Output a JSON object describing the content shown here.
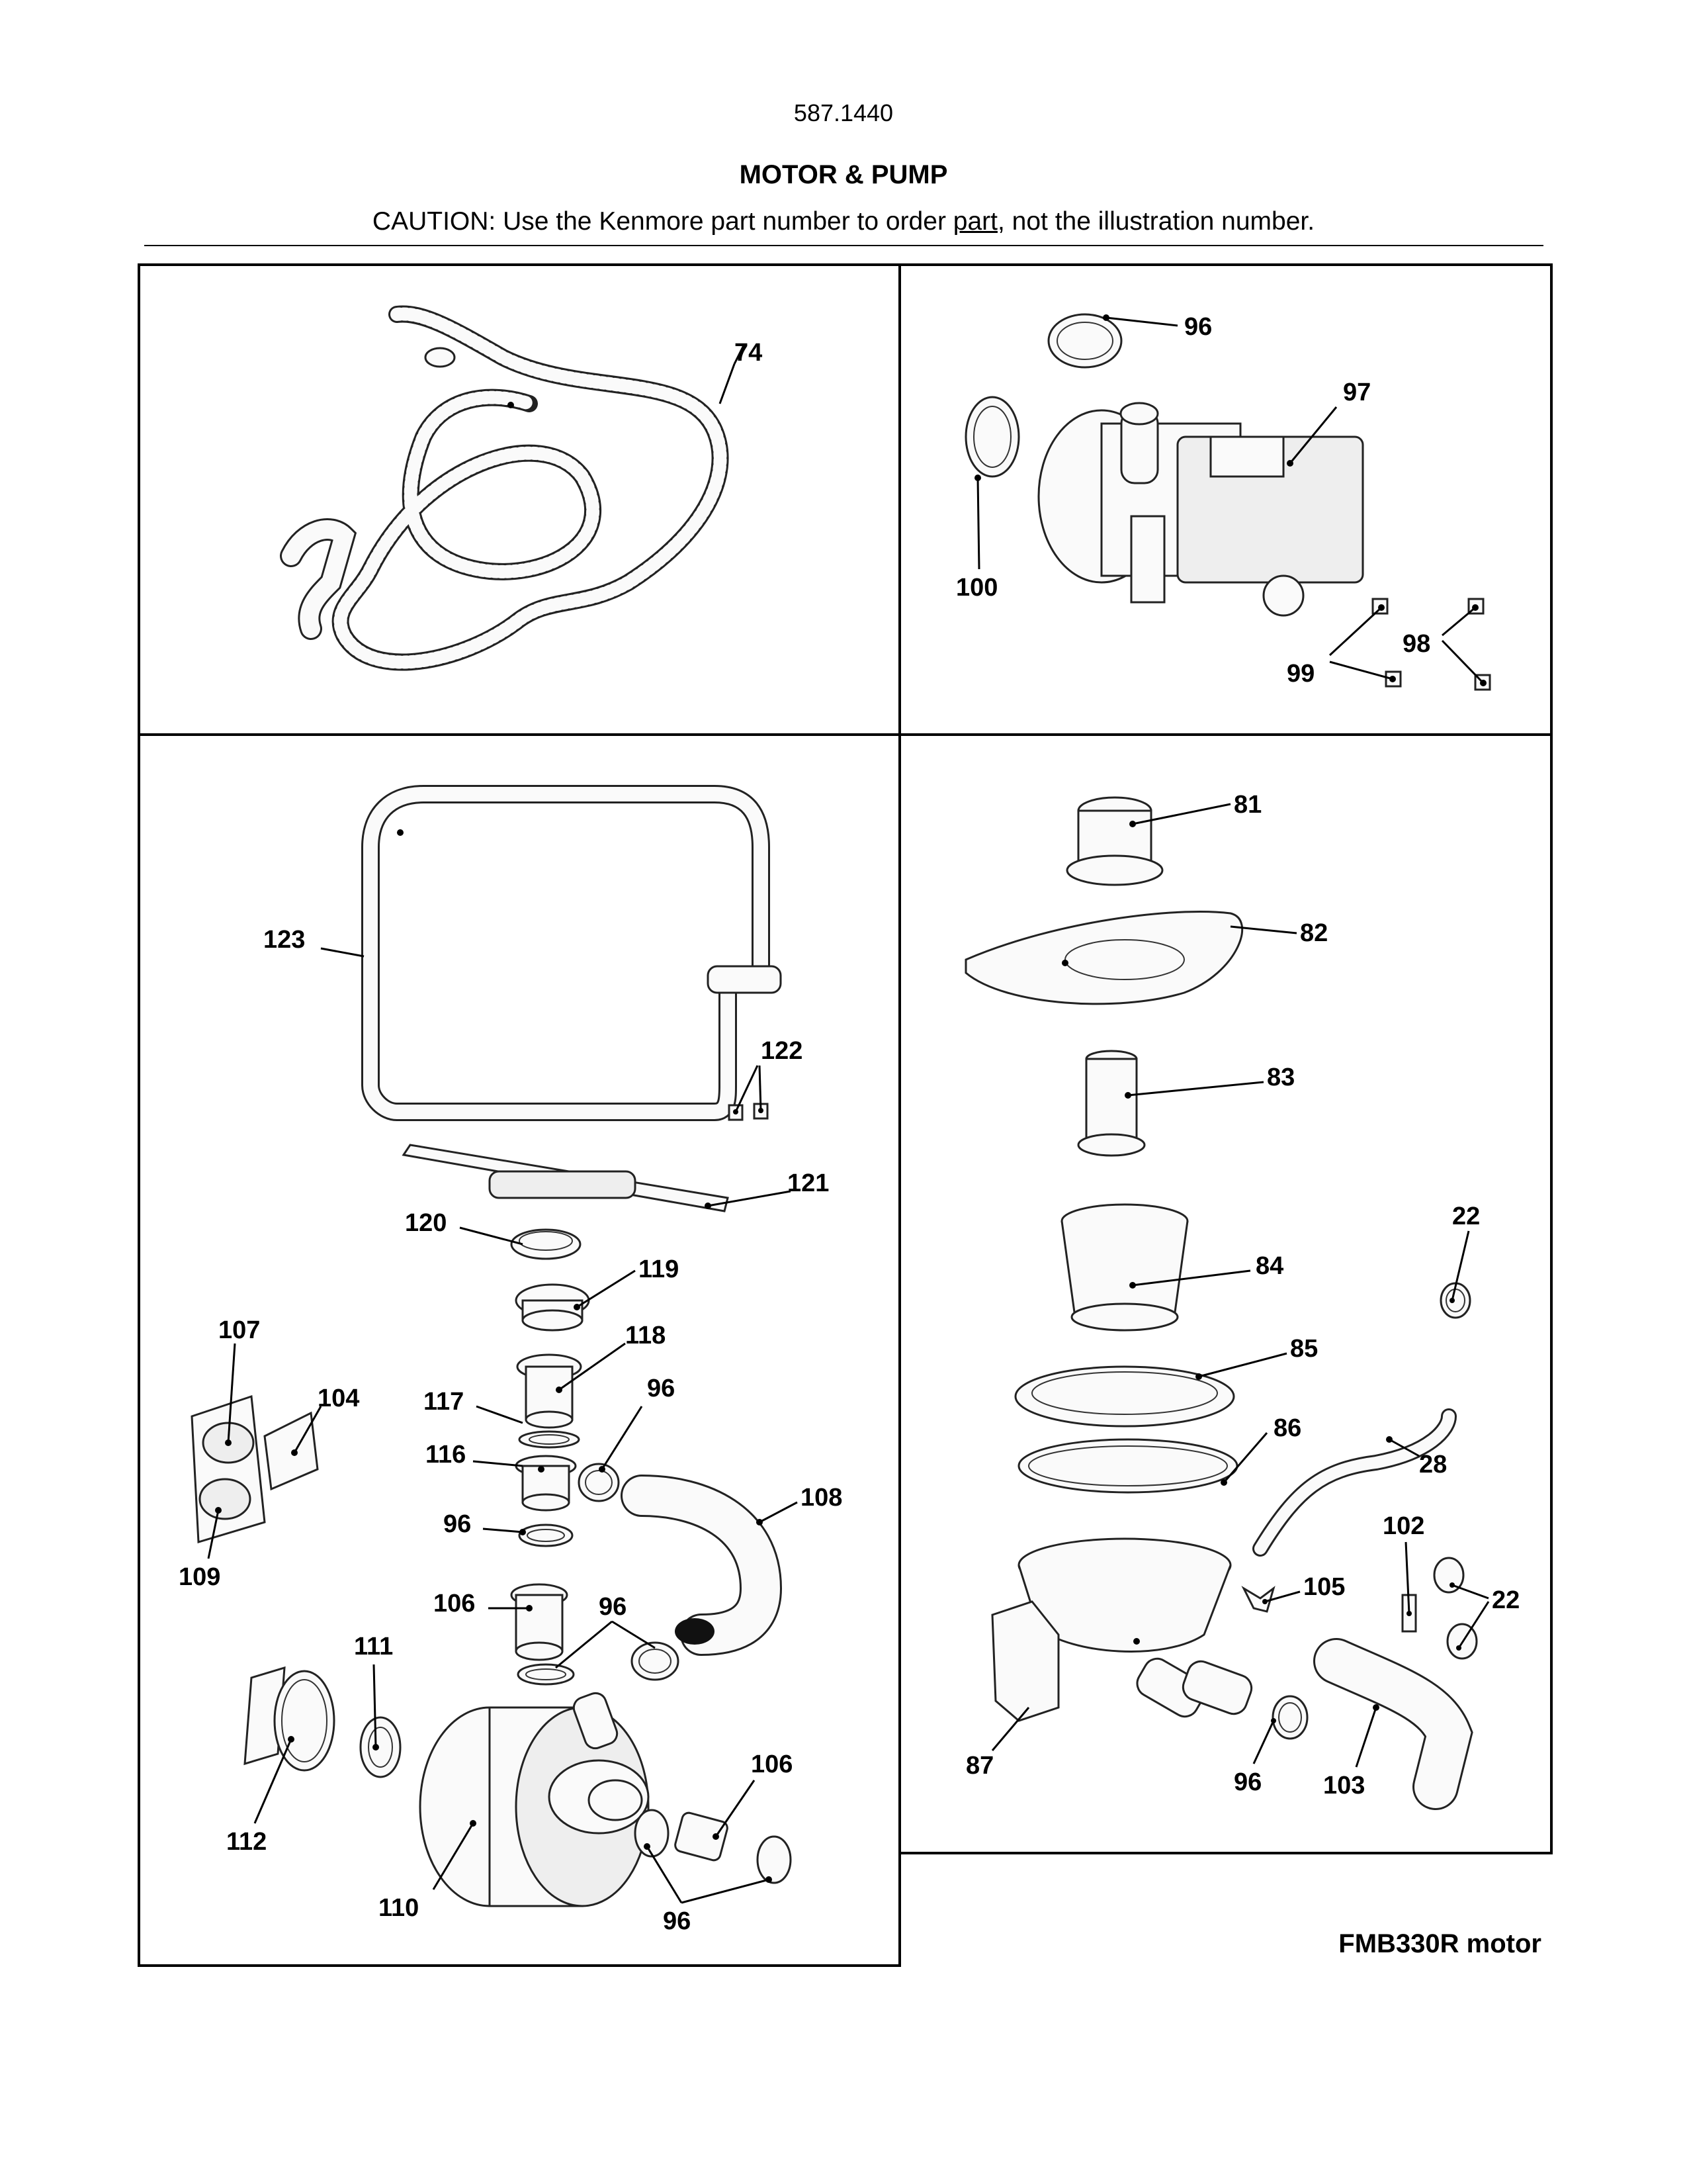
{
  "header": {
    "model_number": "587.1440",
    "title": "MOTOR & PUMP",
    "caution_prefix": "CAUTION: Use the Kenmore part number to order ",
    "caution_link": "part",
    "caution_suffix": ", not the illustration number."
  },
  "footer": {
    "motor_note": "FMB330R motor"
  },
  "panels": {
    "drain_hose": {
      "labels": [
        "74"
      ]
    },
    "drain_pump": {
      "labels": [
        "96",
        "97",
        "100",
        "99",
        "98"
      ]
    },
    "circulation": {
      "labels": [
        "123",
        "122",
        "121",
        "120",
        "119",
        "118",
        "107",
        "104",
        "117",
        "96",
        "116",
        "108",
        "96",
        "109",
        "106",
        "96",
        "111",
        "112",
        "106",
        "110",
        "96"
      ]
    },
    "sump": {
      "labels": [
        "81",
        "82",
        "83",
        "22",
        "84",
        "85",
        "86",
        "28",
        "102",
        "105",
        "22",
        "87",
        "96",
        "103"
      ]
    }
  },
  "colors": {
    "line": "#000000",
    "part_fill": "#fafafa"
  }
}
